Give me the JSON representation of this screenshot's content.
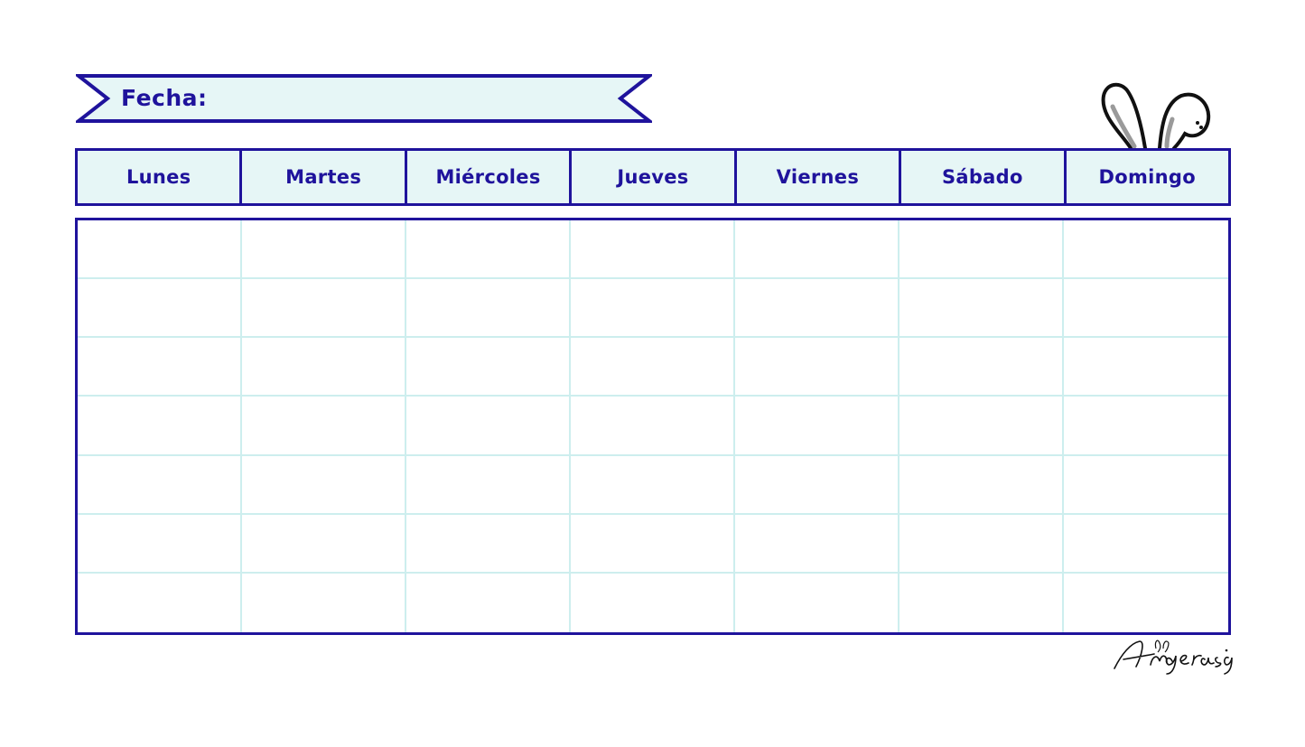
{
  "banner": {
    "label": "Fecha:"
  },
  "days": [
    "Lunes",
    "Martes",
    "Miércoles",
    "Jueves",
    "Viernes",
    "Sábado",
    "Domingo"
  ],
  "grid": {
    "rows": 7,
    "cols": 7
  },
  "decorations": {
    "top_icon": "bunny-ears-icon",
    "signature": "Angerausagi"
  },
  "colors": {
    "primary": "#1f139c",
    "header_fill": "#e6f6f6",
    "grid_lines": "#cdeeee"
  }
}
